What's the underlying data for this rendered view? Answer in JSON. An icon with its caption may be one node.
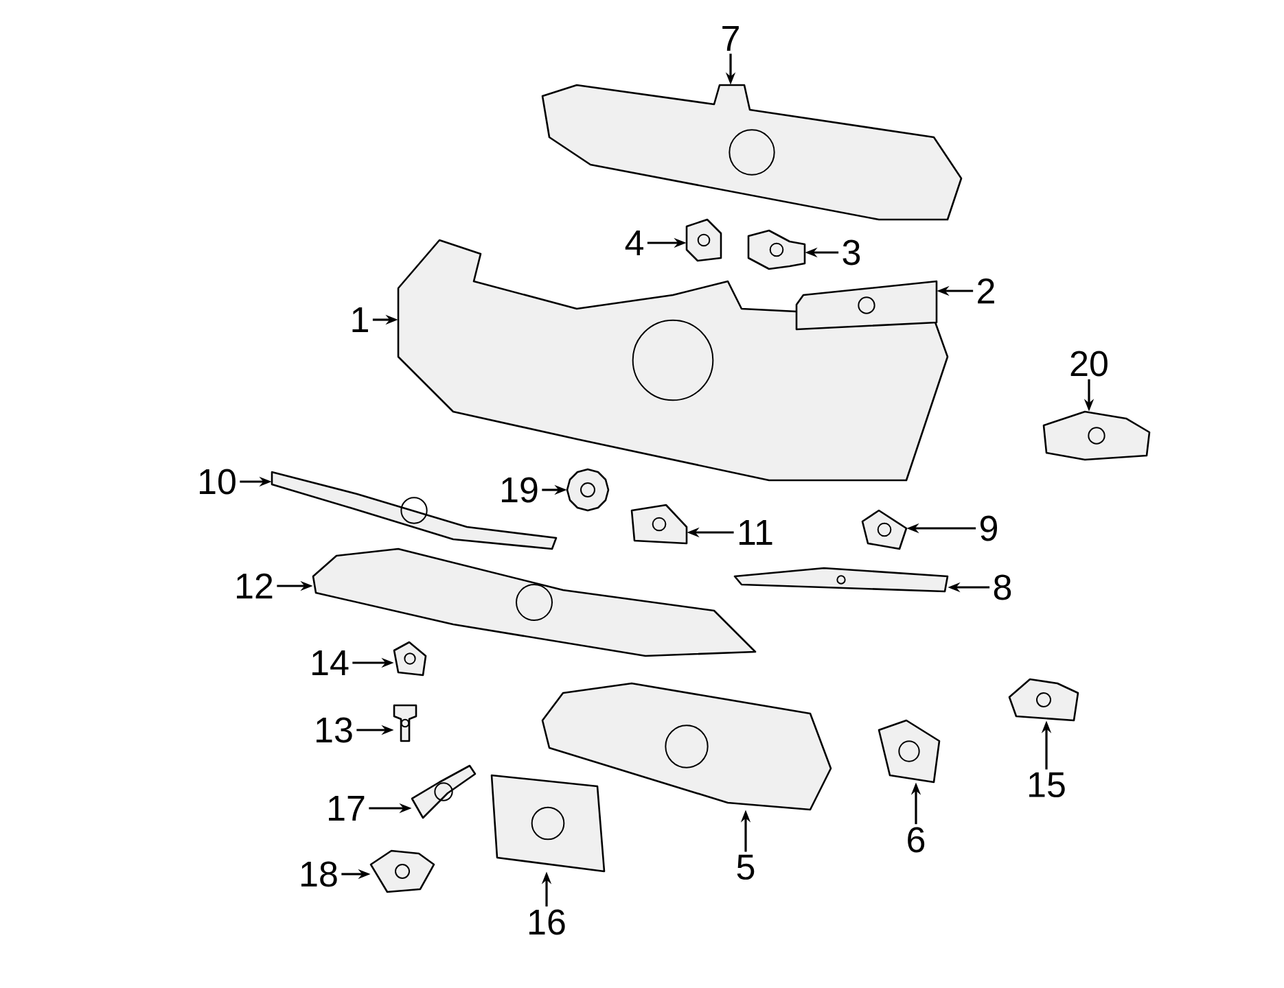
{
  "diagram": {
    "nodes": [
      {
        "text": [
          "1"
        ]
      },
      {
        "text": [],
        "shape": "picture"
      },
      {
        "text": [
          "2"
        ]
      },
      {
        "text": [],
        "shape": "picture"
      },
      {
        "text": [
          "3"
        ]
      },
      {
        "text": [],
        "shape": "picture"
      },
      {
        "text": [
          "4"
        ]
      },
      {
        "text": [],
        "shape": "picture"
      },
      {
        "text": [
          "5"
        ]
      },
      {
        "text": [],
        "shape": "picture"
      },
      {
        "text": [
          "6"
        ]
      },
      {
        "text": [],
        "shape": "picture"
      },
      {
        "text": [
          "7"
        ]
      },
      {
        "text": [],
        "shape": "picture"
      },
      {
        "text": [
          "8"
        ]
      },
      {
        "text": [],
        "shape": "picture"
      },
      {
        "text": [
          "9"
        ]
      },
      {
        "text": [],
        "shape": "picture"
      },
      {
        "text": [
          "10"
        ]
      },
      {
        "text": [],
        "shape": "picture"
      },
      {
        "text": [
          "11"
        ]
      },
      {
        "text": [],
        "shape": "picture"
      },
      {
        "text": [
          "12"
        ]
      },
      {
        "text": [],
        "shape": "picture"
      },
      {
        "text": [
          "13"
        ]
      },
      {
        "text": [],
        "shape": "picture"
      },
      {
        "text": [
          "14"
        ]
      },
      {
        "text": [],
        "shape": "picture"
      },
      {
        "text": [
          "15"
        ]
      },
      {
        "text": [],
        "shape": "picture"
      },
      {
        "text": [
          "16"
        ]
      },
      {
        "text": [],
        "shape": "picture"
      },
      {
        "text": [
          "17"
        ]
      },
      {
        "text": [],
        "shape": "picture"
      },
      {
        "text": [
          "18"
        ]
      },
      {
        "text": [],
        "shape": "picture"
      },
      {
        "text": [
          "19"
        ]
      },
      {
        "text": [],
        "shape": "picture"
      },
      {
        "text": [
          "20"
        ]
      },
      {
        "text": [],
        "shape": "picture"
      }
    ],
    "edges": [
      {
        "from": 0,
        "to": 1,
        "arrow": "to"
      },
      {
        "from": 2,
        "to": 3,
        "arrow": "to"
      },
      {
        "from": 4,
        "to": 5,
        "arrow": "to"
      },
      {
        "from": 6,
        "to": 7,
        "arrow": "to"
      },
      {
        "from": 8,
        "to": 9,
        "arrow": "to"
      },
      {
        "from": 10,
        "to": 11,
        "arrow": "to"
      },
      {
        "from": 12,
        "to": 13,
        "arrow": "to"
      },
      {
        "from": 14,
        "to": 15,
        "arrow": "to"
      },
      {
        "from": 16,
        "to": 17,
        "arrow": "to"
      },
      {
        "from": 18,
        "to": 19,
        "arrow": "to"
      },
      {
        "from": 20,
        "to": 21,
        "arrow": "to"
      },
      {
        "from": 22,
        "to": 23,
        "arrow": "to"
      },
      {
        "from": 24,
        "to": 25,
        "arrow": "to"
      },
      {
        "from": 26,
        "to": 27,
        "arrow": "to"
      },
      {
        "from": 28,
        "to": 29,
        "arrow": "to"
      },
      {
        "from": 30,
        "to": 31,
        "arrow": "to"
      },
      {
        "from": 32,
        "to": 33,
        "arrow": "to"
      },
      {
        "from": 34,
        "to": 35,
        "arrow": "to"
      },
      {
        "from": 36,
        "to": 37,
        "arrow": "to"
      },
      {
        "from": 38,
        "to": 39,
        "arrow": "to"
      }
    ]
  }
}
